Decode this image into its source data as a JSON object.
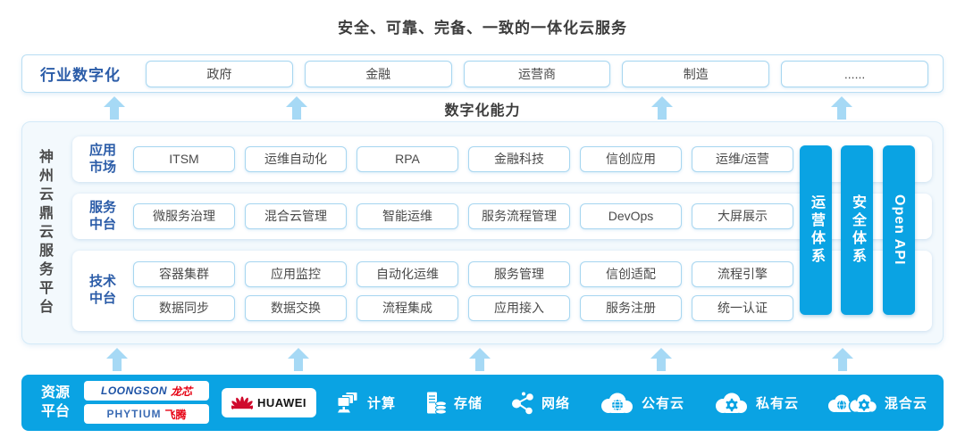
{
  "title": "安全、可靠、完备、一致的一体化云服务",
  "colors": {
    "accent_blue": "#0aa3e3",
    "label_blue": "#2b5ca8",
    "arrow_blue": "#a6d9f5",
    "box_border_blue": "#a7d6f0",
    "loongson_blue": "#1d52a5",
    "vendor_red": "#e60012",
    "huawei_red": "#cf0a2c",
    "text_dark": "#3c3c3c"
  },
  "industry_row": {
    "label": "行业数字化",
    "items": [
      "政府",
      "金融",
      "运营商",
      "制造",
      "......"
    ]
  },
  "capability_label": "数字化能力",
  "platform": {
    "side_label": "神州云鼎云服务平台",
    "rows": [
      {
        "label": "应用市场",
        "items": [
          "ITSM",
          "运维自动化",
          "RPA",
          "金融科技",
          "信创应用",
          "运维/运营"
        ]
      },
      {
        "label": "服务中台",
        "items": [
          "微服务治理",
          "混合云管理",
          "智能运维",
          "服务流程管理",
          "DevOps",
          "大屏展示"
        ]
      },
      {
        "label": "技术中台",
        "items": [
          "容器集群",
          "应用监控",
          "自动化运维",
          "服务管理",
          "信创适配",
          "流程引擎",
          "数据同步",
          "数据交换",
          "流程集成",
          "应用接入",
          "服务注册",
          "统一认证"
        ]
      }
    ],
    "pillars": [
      {
        "label": "运营体系"
      },
      {
        "label": "安全体系"
      },
      {
        "label": "Open API"
      }
    ]
  },
  "resource_bar": {
    "label": "资源平台",
    "vendors": [
      {
        "icon": "loongson-logo",
        "text_en": "LOONGSON",
        "text_cn": "龙芯"
      },
      {
        "icon": "phytium-logo",
        "text_en": "PHYTIUM",
        "text_cn": "飞腾"
      },
      {
        "icon": "huawei-logo",
        "text": "HUAWEI"
      }
    ],
    "resources": [
      {
        "icon": "compute-icon",
        "label": "计算"
      },
      {
        "icon": "storage-icon",
        "label": "存储"
      },
      {
        "icon": "network-icon",
        "label": "网络"
      },
      {
        "icon": "public-cloud-icon",
        "label": "公有云"
      },
      {
        "icon": "private-cloud-icon",
        "label": "私有云"
      },
      {
        "icon": "hybrid-cloud-icon",
        "label": "混合云"
      }
    ]
  }
}
